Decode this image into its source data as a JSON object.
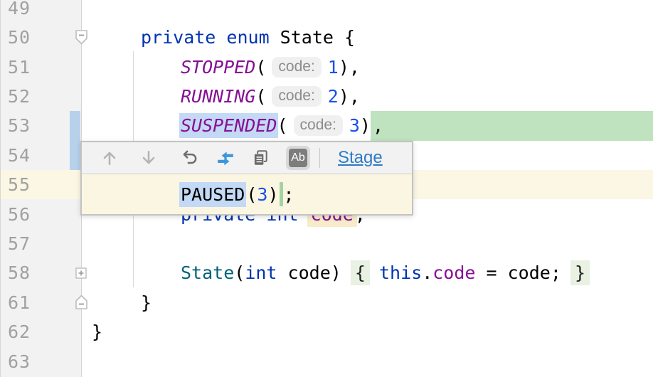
{
  "editor": {
    "description": "IDE code editor with VCS change popup",
    "gutter_numbers": [
      "49",
      "50",
      "51",
      "52",
      "53",
      "54",
      "55",
      "56",
      "57",
      "58",
      "61",
      "62",
      "63"
    ],
    "current_line_number": "55",
    "code": {
      "lines": [
        {
          "number": "49",
          "indent": 1,
          "segments": []
        },
        {
          "number": "50",
          "indent": 1,
          "segments": [
            {
              "style": "kw",
              "text": "private enum"
            },
            {
              "style": "plain",
              "text": " State {"
            }
          ]
        },
        {
          "number": "51",
          "indent": 2,
          "segments": [
            {
              "style": "const",
              "text": "STOPPED"
            },
            {
              "style": "plain",
              "text": "("
            },
            {
              "style": "hint",
              "text": "code:"
            },
            {
              "style": "num",
              "text": "1"
            },
            {
              "style": "plain",
              "text": "),"
            }
          ]
        },
        {
          "number": "52",
          "indent": 2,
          "segments": [
            {
              "style": "const",
              "text": "RUNNING"
            },
            {
              "style": "plain",
              "text": "("
            },
            {
              "style": "hint",
              "text": "code:"
            },
            {
              "style": "num",
              "text": "2"
            },
            {
              "style": "plain",
              "text": "),"
            }
          ]
        },
        {
          "number": "53",
          "indent": 2,
          "segments": [
            {
              "style": "constsel",
              "text": "SUSPENDED"
            },
            {
              "style": "plain",
              "text": "("
            },
            {
              "style": "hint",
              "text": "code:"
            },
            {
              "style": "num",
              "text": "3"
            },
            {
              "style": "plain",
              "text": ")"
            },
            {
              "style": "greenfill",
              "text": ","
            }
          ]
        },
        {
          "number": "54",
          "indent": 2,
          "segments": []
        },
        {
          "number": "55",
          "indent": 2,
          "segments": []
        },
        {
          "number": "56",
          "indent": 2,
          "segments": [
            {
              "style": "kw",
              "text": "private int"
            },
            {
              "style": "plain",
              "text": " "
            },
            {
              "style": "fieldhl",
              "text": "code"
            },
            {
              "style": "plain",
              "text": ";"
            }
          ]
        },
        {
          "number": "57",
          "indent": 2,
          "segments": []
        },
        {
          "number": "58",
          "indent": 2,
          "segments": [
            {
              "style": "method",
              "text": "State"
            },
            {
              "style": "plain",
              "text": "("
            },
            {
              "style": "kw",
              "text": "int"
            },
            {
              "style": "plain",
              "text": " code) "
            },
            {
              "style": "bracehl",
              "text": "{"
            },
            {
              "style": "plain",
              "text": " "
            },
            {
              "style": "kw",
              "text": "this"
            },
            {
              "style": "plain",
              "text": "."
            },
            {
              "style": "field",
              "text": "code"
            },
            {
              "style": "plain",
              "text": " = code; "
            },
            {
              "style": "bracehl",
              "text": "}"
            }
          ]
        },
        {
          "number": "61",
          "indent": 1,
          "segments": [
            {
              "style": "plain",
              "text": "}"
            }
          ]
        },
        {
          "number": "62",
          "indent": 0,
          "segments": [
            {
              "style": "plain",
              "text": "}"
            }
          ]
        },
        {
          "number": "63",
          "indent": 0,
          "segments": []
        }
      ]
    },
    "fold_markers": [
      {
        "line": "50",
        "type": "collapse-top"
      },
      {
        "line": "58",
        "type": "expand"
      },
      {
        "line": "61",
        "type": "collapse-bottom"
      }
    ],
    "colors": {
      "keyword": "#0033b3",
      "number": "#1750eb",
      "enum_constant": "#871094",
      "method_decl": "#00627a",
      "selection": "#c3d9f5",
      "diff_inserted": "#bfe3bf",
      "caret_row": "#fbf7e4",
      "usage_highlight": "#f7ecca",
      "brace_match": "#e8f1e2",
      "gutter_bg": "#f2f2f2",
      "line_number": "#a1a1a1",
      "change_stripe": "#b7d1eb",
      "link": "#2e7bc7"
    }
  },
  "popup": {
    "toolbar": {
      "icons": [
        {
          "name": "previous-change-icon",
          "enabled": false
        },
        {
          "name": "next-change-icon",
          "enabled": false
        },
        {
          "name": "rollback-icon",
          "enabled": true
        },
        {
          "name": "show-diff-icon",
          "enabled": true
        },
        {
          "name": "copy-icon",
          "enabled": true
        },
        {
          "name": "whitespace-toggle-icon",
          "enabled": true,
          "toggled": true
        }
      ],
      "ab_label": "Ab",
      "stage_label": "Stage"
    },
    "code_line": {
      "segments": [
        {
          "style": "sel",
          "text": "PAUSED"
        },
        {
          "style": "plain",
          "text": "("
        },
        {
          "style": "num",
          "text": "3"
        },
        {
          "style": "plain",
          "text": ")"
        },
        {
          "style": "caretbar",
          "text": ""
        },
        {
          "style": "plain",
          "text": ";"
        }
      ]
    }
  }
}
